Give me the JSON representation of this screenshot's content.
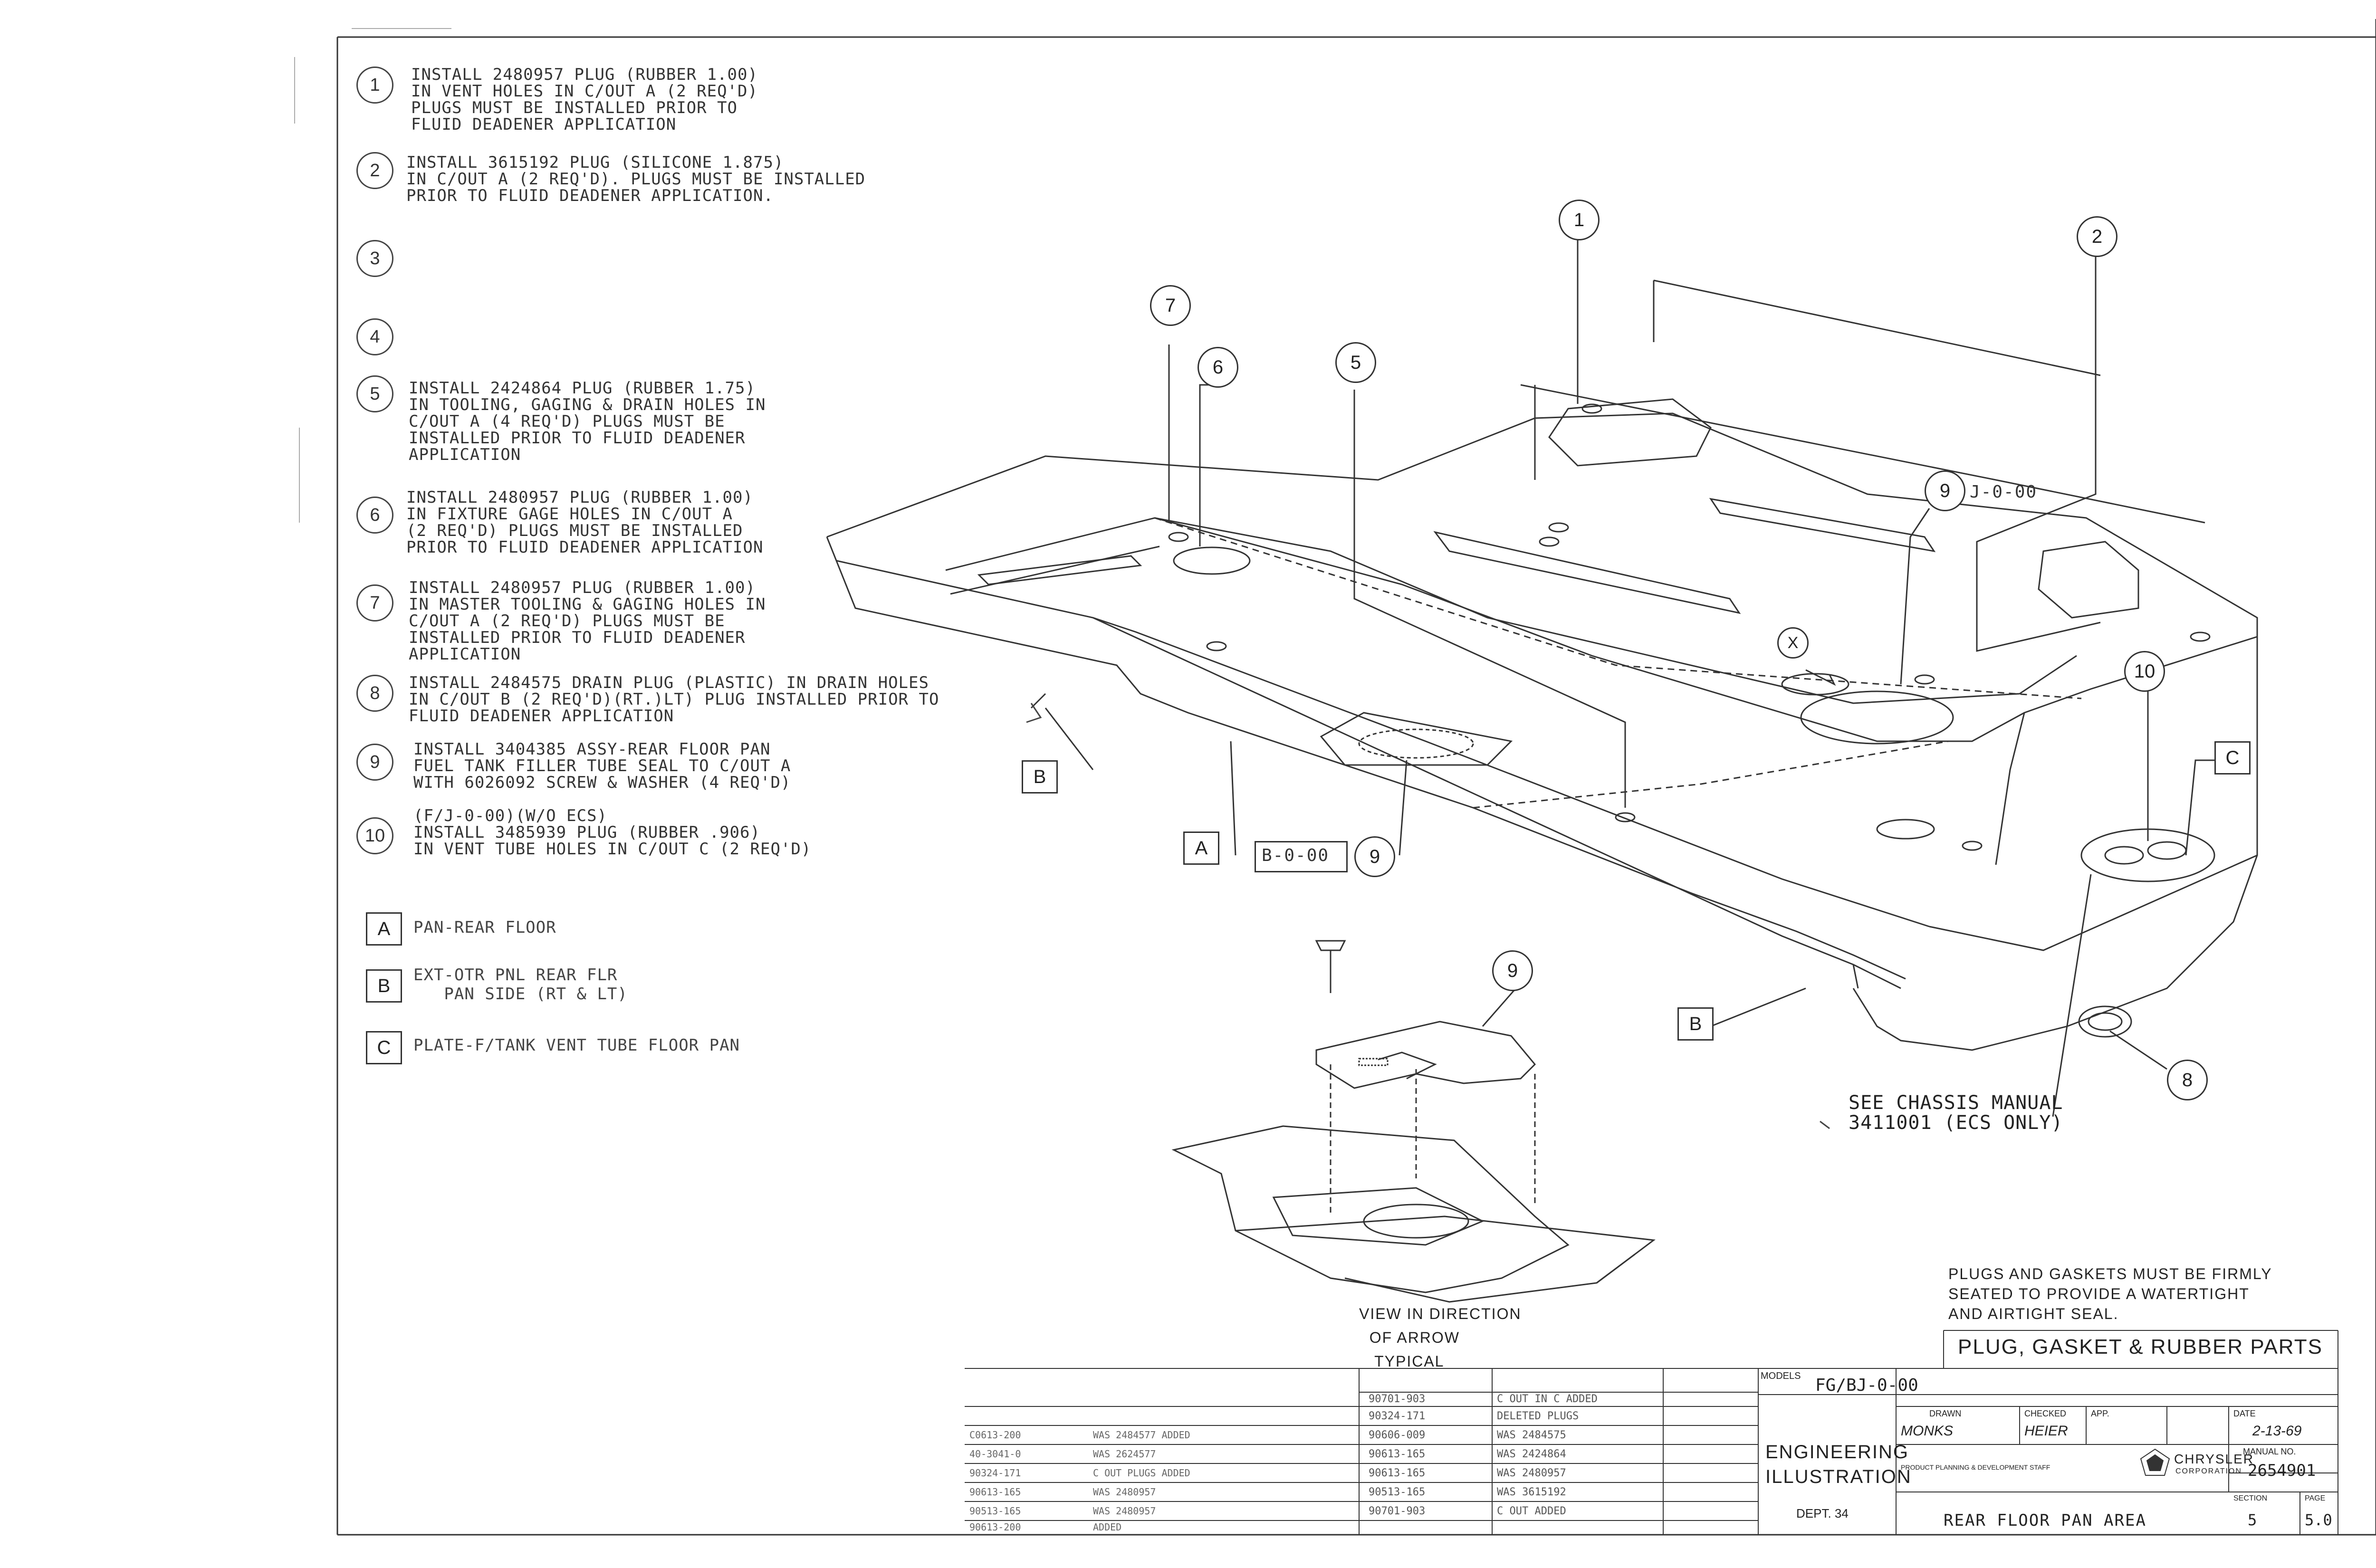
{
  "notes": [
    {
      "num": "1",
      "text": "INSTALL 2480957 PLUG (RUBBER 1.00)\nIN VENT HOLES IN C/OUT A (2 REQ'D)\nPLUGS MUST BE INSTALLED PRIOR TO\nFLUID DEADENER APPLICATION"
    },
    {
      "num": "2",
      "text": "INSTALL 3615192 PLUG (SILICONE 1.875)\nIN C/OUT A (2 REQ'D). PLUGS MUST BE INSTALLED\nPRIOR TO FLUID DEADENER APPLICATION."
    },
    {
      "num": "3",
      "text": ""
    },
    {
      "num": "4",
      "text": ""
    },
    {
      "num": "5",
      "text": "INSTALL 2424864 PLUG (RUBBER 1.75)\nIN TOOLING, GAGING & DRAIN HOLES IN\nC/OUT A (4 REQ'D) PLUGS MUST BE\nINSTALLED PRIOR TO FLUID DEADENER\nAPPLICATION"
    },
    {
      "num": "6",
      "text": "INSTALL 2480957 PLUG (RUBBER 1.00)\nIN FIXTURE GAGE HOLES IN C/OUT A\n(2 REQ'D) PLUGS MUST BE INSTALLED\nPRIOR TO FLUID DEADENER APPLICATION"
    },
    {
      "num": "7",
      "text": "INSTALL 2480957 PLUG (RUBBER 1.00)\nIN MASTER TOOLING & GAGING HOLES IN\nC/OUT A (2 REQ'D) PLUGS MUST BE\nINSTALLED PRIOR TO FLUID DEADENER\nAPPLICATION"
    },
    {
      "num": "8",
      "text": "INSTALL 2484575 DRAIN PLUG (PLASTIC) IN DRAIN HOLES\nIN C/OUT B (2 REQ'D)(RT.)LT) PLUG INSTALLED PRIOR TO\nFLUID DEADENER APPLICATION"
    },
    {
      "num": "9",
      "text": "INSTALL 3404385 ASSY-REAR FLOOR PAN\nFUEL TANK FILLER TUBE SEAL TO C/OUT A\nWITH 6026092 SCREW & WASHER (4 REQ'D)"
    },
    {
      "num": "10",
      "text": "(F/J-0-00)(W/O ECS)\nINSTALL 3485939 PLUG (RUBBER .906)\nIN VENT TUBE HOLES IN C/OUT C (2 REQ'D)"
    }
  ],
  "legend": [
    {
      "letter": "A",
      "text": "PAN-REAR FLOOR"
    },
    {
      "letter": "B",
      "text": "EXT-OTR PNL REAR FLR\n   PAN SIDE (RT & LT)"
    },
    {
      "letter": "C",
      "text": "PLATE-F/TANK VENT TUBE FLOOR PAN"
    }
  ],
  "callouts": {
    "c1": "1",
    "c2": "2",
    "c5": "5",
    "c6": "6",
    "c7": "7",
    "c8": "8",
    "c9a": "9",
    "c9b": "9",
    "c9c": "9",
    "c10": "10",
    "lA": "A",
    "lB": "B",
    "lBmain": "B",
    "lC": "C"
  },
  "refs": {
    "j000": "J-0-00",
    "b000": "B-0-00",
    "arrow": "X"
  },
  "annotations": {
    "chassis": "SEE CHASSIS MANUAL\n3411001 (ECS ONLY)",
    "view": "VIEW IN DIRECTION\n  OF ARROW\n   TYPICAL",
    "plugs_note": "PLUGS AND GASKETS MUST BE FIRMLY\nSEATED TO PROVIDE A WATERTIGHT\nAND AIRTIGHT SEAL."
  },
  "title_block": {
    "title": "PLUG, GASKET & RUBBER PARTS",
    "models_label": "MODELS",
    "models_value": "FG/BJ-0-00",
    "drawn_label": "DRAWN",
    "drawn_value": "MONKS",
    "checked_label": "CHECKED",
    "checked_value": "HEIER",
    "app_label": "APP.",
    "date_label": "DATE",
    "date_value": "2-13-69",
    "manual_label": "MANUAL NO.",
    "manual_no": "2654901",
    "dept": "ENGINEERING\nILLUSTRATION",
    "dept_no": "DEPT. 34",
    "staff": "PRODUCT PLANNING & DEVELOPMENT STAFF",
    "company": "CHRYSLER",
    "company_sub": "CORPORATION",
    "section_label": "SECTION",
    "page_label": "PAGE",
    "section": "5",
    "page": "5.0",
    "area": "REAR FLOOR PAN AREA"
  },
  "revisions": [
    {
      "ref": "90701-903",
      "text": "C OUT IN C ADDED"
    },
    {
      "ref": "90324-171",
      "text": "DELETED PLUGS"
    },
    {
      "ref": "90606-009",
      "text": "WAS 2484575"
    },
    {
      "ref": "90613-165",
      "text": "WAS 2424864"
    },
    {
      "ref": "90613-165",
      "text": "WAS 2480957"
    },
    {
      "ref": "90513-165",
      "text": "WAS 3615192"
    },
    {
      "ref": "90701-903",
      "text": "C OUT ADDED"
    }
  ],
  "left_revisions": [
    {
      "ref": "C0613-200",
      "text": "WAS 2484577 ADDED"
    },
    {
      "ref": "40-3041-0",
      "text": "WAS 2624577"
    },
    {
      "ref": "90324-171",
      "text": "C OUT PLUGS ADDED"
    },
    {
      "ref": "90613-165",
      "text": "WAS 2480957"
    },
    {
      "ref": "90513-165",
      "text": "WAS 2480957"
    },
    {
      "ref": "90613-200",
      "text": "ADDED"
    }
  ]
}
